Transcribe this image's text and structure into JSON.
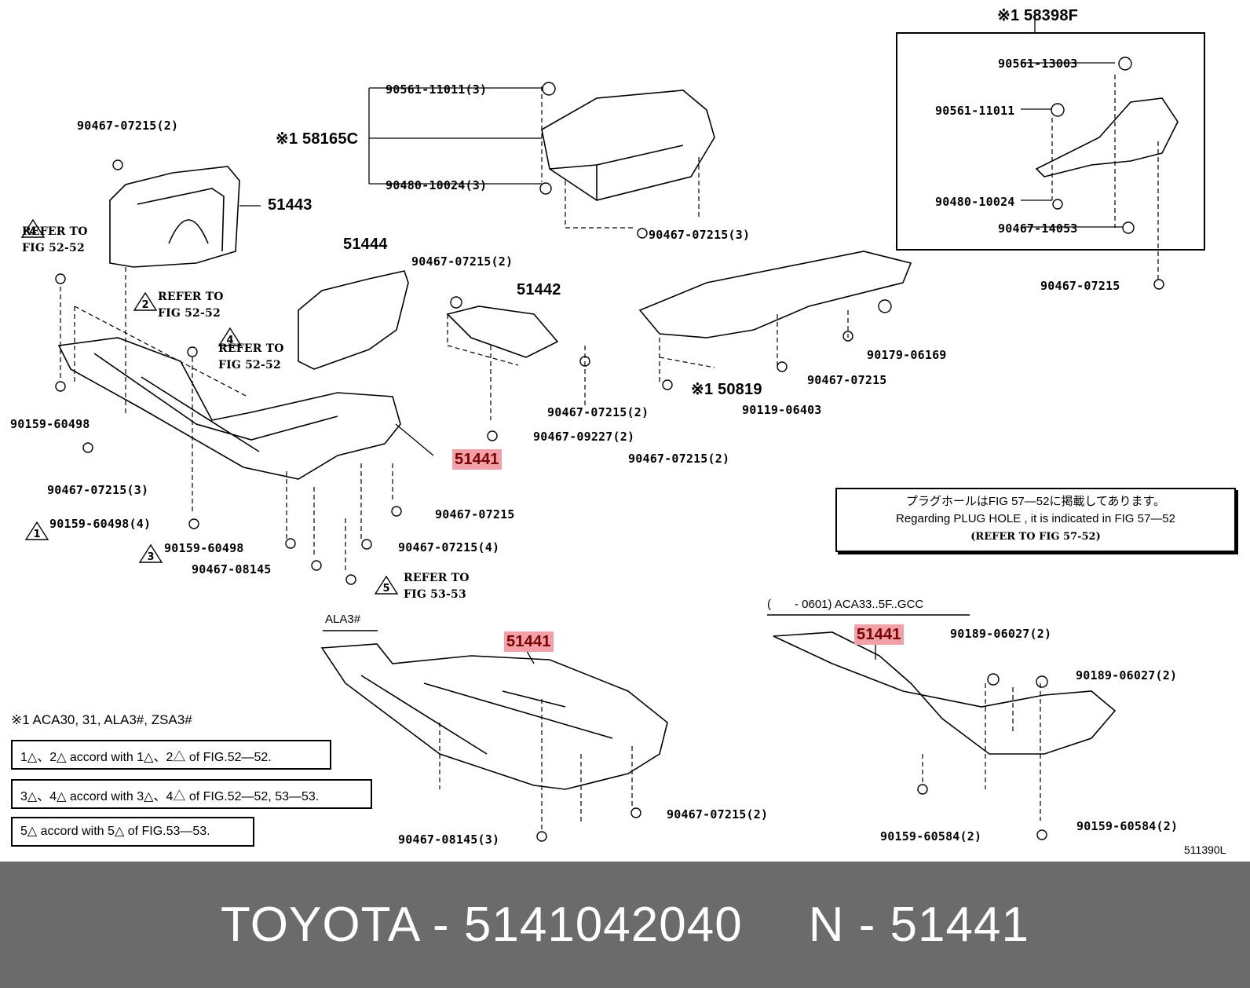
{
  "labels": {
    "p90467_07215_2_a": "90467-07215(2)",
    "p90561_11011_3": "90561-11011(3)",
    "p58165c": "※1 58165C",
    "p90480_10024_3": "90480-10024(3)",
    "p90467_07215_3_a": "90467-07215(3)",
    "p58398f": "※1 58398F",
    "p90561_13003": "90561-13003",
    "p90561_11011": "90561-11011",
    "p90480_10024": "90480-10024",
    "p90467_14053": "90467-14053",
    "p90467_07215_right": "90467-07215",
    "p51443": "51443",
    "p51444": "51444",
    "p90467_07215_2_b": "90467-07215(2)",
    "p51442": "51442",
    "p90179_06169": "90179-06169",
    "p90467_07215_mid": "90467-07215",
    "p150819": "※1 50819",
    "p90119_06403": "90119-06403",
    "p90467_07215_2_c": "90467-07215(2)",
    "p90467_09227_2": "90467-09227(2)",
    "p90467_07215_2_d": "90467-07215(2)",
    "p90159_60498_left": "90159-60498",
    "p90467_07215_3_b": "90467-07215(3)",
    "p90159_60498_4": "90159-60498(4)",
    "p90159_60498_c": "90159-60498",
    "p90467_08145": "90467-08145",
    "p51441_main": "51441",
    "p90467_07215_e": "90467-07215",
    "p90467_07215_4": "90467-07215(4)",
    "p51441_ala": "51441",
    "p90467_07215_2_e": "90467-07215(2)",
    "p90467_08145_3": "90467-08145(3)",
    "p51441_aca": "51441",
    "p90189_06027_2_a": "90189-06027(2)",
    "p90189_06027_2_b": "90189-06027(2)",
    "p90159_60584_2_a": "90159-60584(2)",
    "p90159_60584_2_b": "90159-60584(2)",
    "ala3": "ALA3#",
    "aca33": "(　　- 0601) ACA33..5F..GCC",
    "code": "511390L"
  },
  "refs": {
    "r4_a_line1": "REFER TO",
    "r4_a_line2": "FIG 52-52",
    "r2_line1": "REFER TO",
    "r2_line2": "FIG 52-52",
    "r4_b_line1": "REFER TO",
    "r4_b_line2": "FIG 52-52",
    "r5_line1": "REFER TO",
    "r5_line2": "FIG 53-53"
  },
  "notes": {
    "plug_jp": "プラグホールはFIG 57―52に掲載してあります。",
    "plug_en": "Regarding  PLUG  HOLE , it is indicated in FIG  57―52",
    "plug_ref": "(REFER TO FIG 57-52)",
    "note1": "※1 ACA30, 31, ALA3#, ZSA3#",
    "accord1": "accord with",
    "accord1_tail": "of FIG.52―52.",
    "accord2": "accord with",
    "accord2_tail": "of FIG.52―52, 53―53.",
    "accord3": "accord with",
    "accord3_tail": "of FIG.53―53."
  },
  "triangles": {
    "t1": "1",
    "t2": "2",
    "t3": "3",
    "t4": "4",
    "t5": "5"
  },
  "footer": {
    "brand": "TOYOTA - 5141042040",
    "pnc": "N - 51441"
  },
  "colors": {
    "highlight": "#f2a0a8",
    "footer_bg": "#6b6b6b"
  }
}
